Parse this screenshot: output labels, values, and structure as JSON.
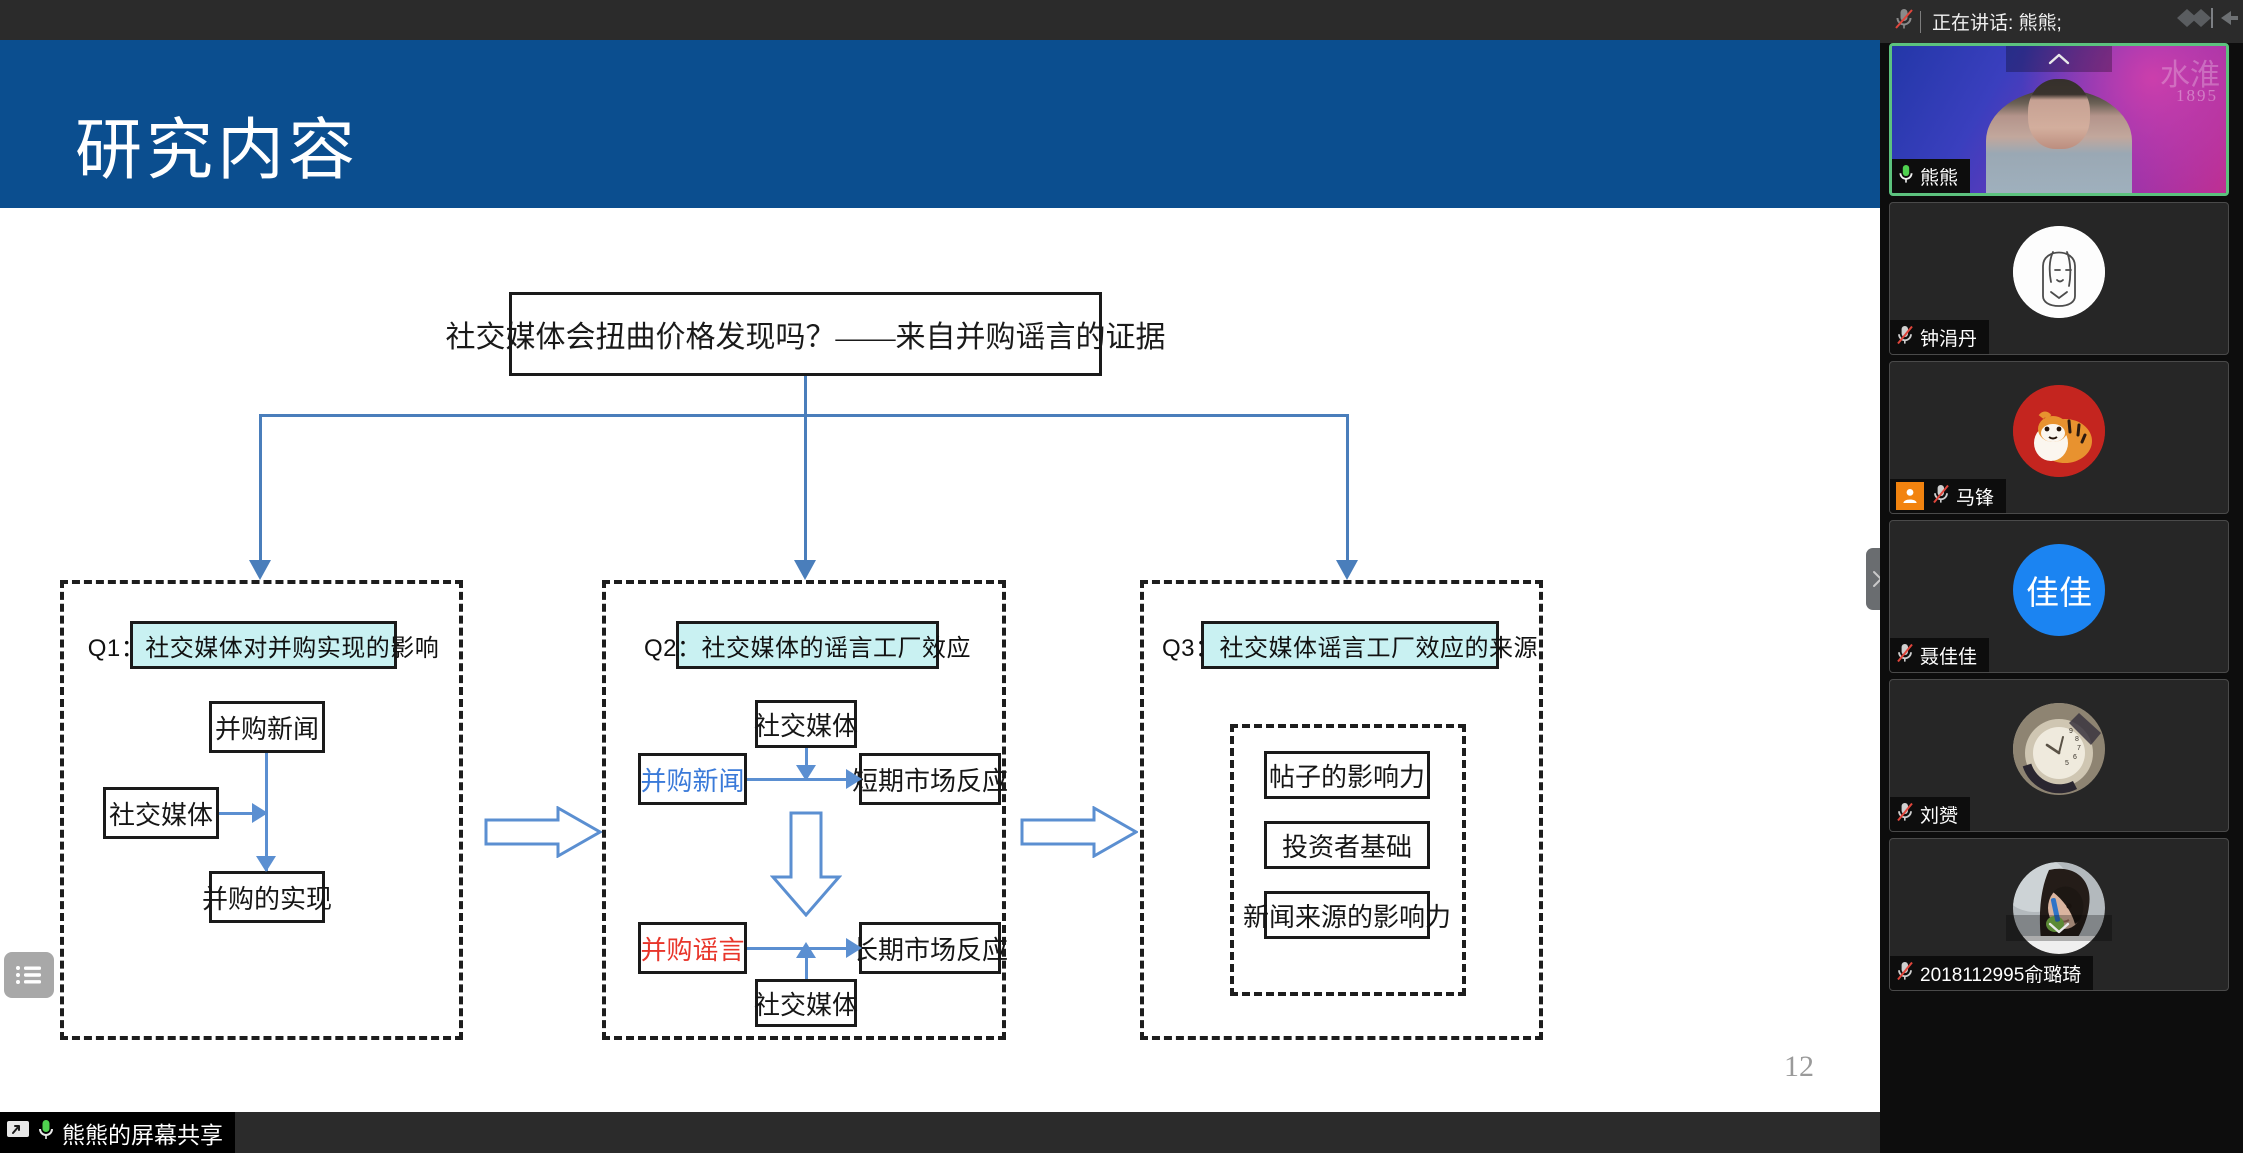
{
  "app": {
    "speaking_status": "正在讲话: 熊熊;",
    "screen_share_label": "熊熊的屏幕共享",
    "mic_muted_icon": "microphone-muted-icon",
    "share_icon": "screen-share-icon",
    "mic_on_icon": "microphone-on-icon",
    "collapse_icon": "chevron-right-icon",
    "minimize_icon": "minimize-icon",
    "exit_fullscreen_icon": "exit-fullscreen-icon",
    "accent_green": "#5cc27e",
    "host_badge_color": "#f2830f",
    "toolbar_bg": "#2b2b2b"
  },
  "slide": {
    "title": "研究内容",
    "header_color": "#0b4e8f",
    "page_number": "12",
    "list_button_icon": "list-view-icon",
    "root_question": "社交媒体会扭曲价格发现吗？——来自并购谣言的证据",
    "panels": [
      {
        "id": "q1",
        "heading": "Q1：社交媒体对并购实现的影响",
        "nodes": {
          "top": "并购新闻",
          "left": "社交媒体",
          "bottom": "并购的实现"
        }
      },
      {
        "id": "q2",
        "heading": "Q2：社交媒体的谣言工厂效应",
        "nodes": {
          "upper_mid": "社交媒体",
          "upper_left": "并购新闻",
          "upper_right": "短期市场反应",
          "lower_left": "并购谣言",
          "lower_right": "长期市场反应",
          "lower_mid": "社交媒体"
        }
      },
      {
        "id": "q3",
        "heading": "Q3：社交媒体谣言工厂效应的来源",
        "items": [
          "帖子的影响力",
          "投资者基础",
          "新闻来源的影响力"
        ]
      }
    ],
    "colors": {
      "q_heading_fill": "#c9f1f2",
      "connector": "#5b8fd1",
      "news_text": "#3a7ad9",
      "rumor_text": "#e8352a"
    }
  },
  "participants": [
    {
      "name": "熊熊",
      "active_speaker": true,
      "muted": false,
      "host": false,
      "avatar_type": "video",
      "initials": ""
    },
    {
      "name": "钟涓丹",
      "active_speaker": false,
      "muted": true,
      "host": false,
      "avatar_type": "sketch",
      "initials": ""
    },
    {
      "name": "马锋",
      "active_speaker": false,
      "muted": true,
      "host": true,
      "avatar_type": "tiger",
      "initials": ""
    },
    {
      "name": "聂佳佳",
      "active_speaker": false,
      "muted": true,
      "host": false,
      "avatar_type": "initial",
      "initials": "佳佳"
    },
    {
      "name": "刘赟",
      "active_speaker": false,
      "muted": true,
      "host": false,
      "avatar_type": "watch",
      "initials": ""
    },
    {
      "name": "2018112995俞璐琦",
      "active_speaker": false,
      "muted": true,
      "host": false,
      "avatar_type": "photo",
      "initials": ""
    }
  ]
}
